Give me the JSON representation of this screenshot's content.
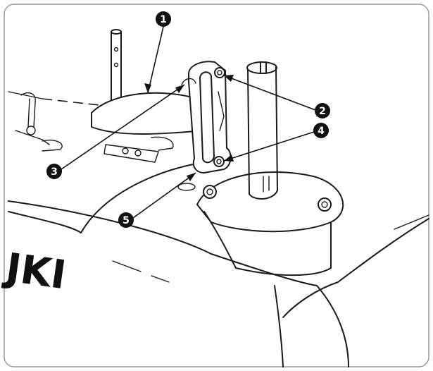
{
  "diagram": {
    "logo_text": "JKI",
    "callouts": [
      {
        "id": "c1",
        "label": "1"
      },
      {
        "id": "c2",
        "label": "2"
      },
      {
        "id": "c3",
        "label": "3"
      },
      {
        "id": "c4",
        "label": "4"
      },
      {
        "id": "c5",
        "label": "5"
      }
    ]
  }
}
